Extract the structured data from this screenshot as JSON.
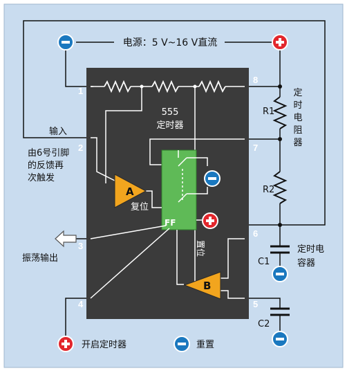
{
  "title": "电源：5 V~16 V直流",
  "chip": {
    "name": "555",
    "subtitle": "定时器"
  },
  "pins": [
    "1",
    "2",
    "3",
    "4",
    "5",
    "6",
    "7",
    "8"
  ],
  "labels": {
    "input": "输入",
    "feedback": [
      "由6号引脚",
      "的反馈再",
      "次触发"
    ],
    "oscillation_output": "振荡输出",
    "reset_a": "复位",
    "set": "置位",
    "ff": "FF",
    "comparator_a": "A",
    "comparator_b": "B",
    "timing_resistor": [
      "定",
      "时",
      "电",
      "阻",
      "器"
    ],
    "timing_capacitor": [
      "定时电",
      "容器"
    ],
    "r1": "R1",
    "r2": "R2",
    "c1": "C1",
    "c2": "C2"
  },
  "legend": {
    "start": "开启定时器",
    "reset": "重置"
  },
  "colors": {
    "background": "#c9dcef",
    "chip": "#3b3b3b",
    "ff_block": "#5fba57",
    "comparator": "#f2a51e",
    "plus": "#e2262c",
    "minus": "#1a78bf",
    "wire": "#111111"
  },
  "icons": [
    "plus-icon",
    "minus-icon",
    "arrow-left-icon"
  ]
}
